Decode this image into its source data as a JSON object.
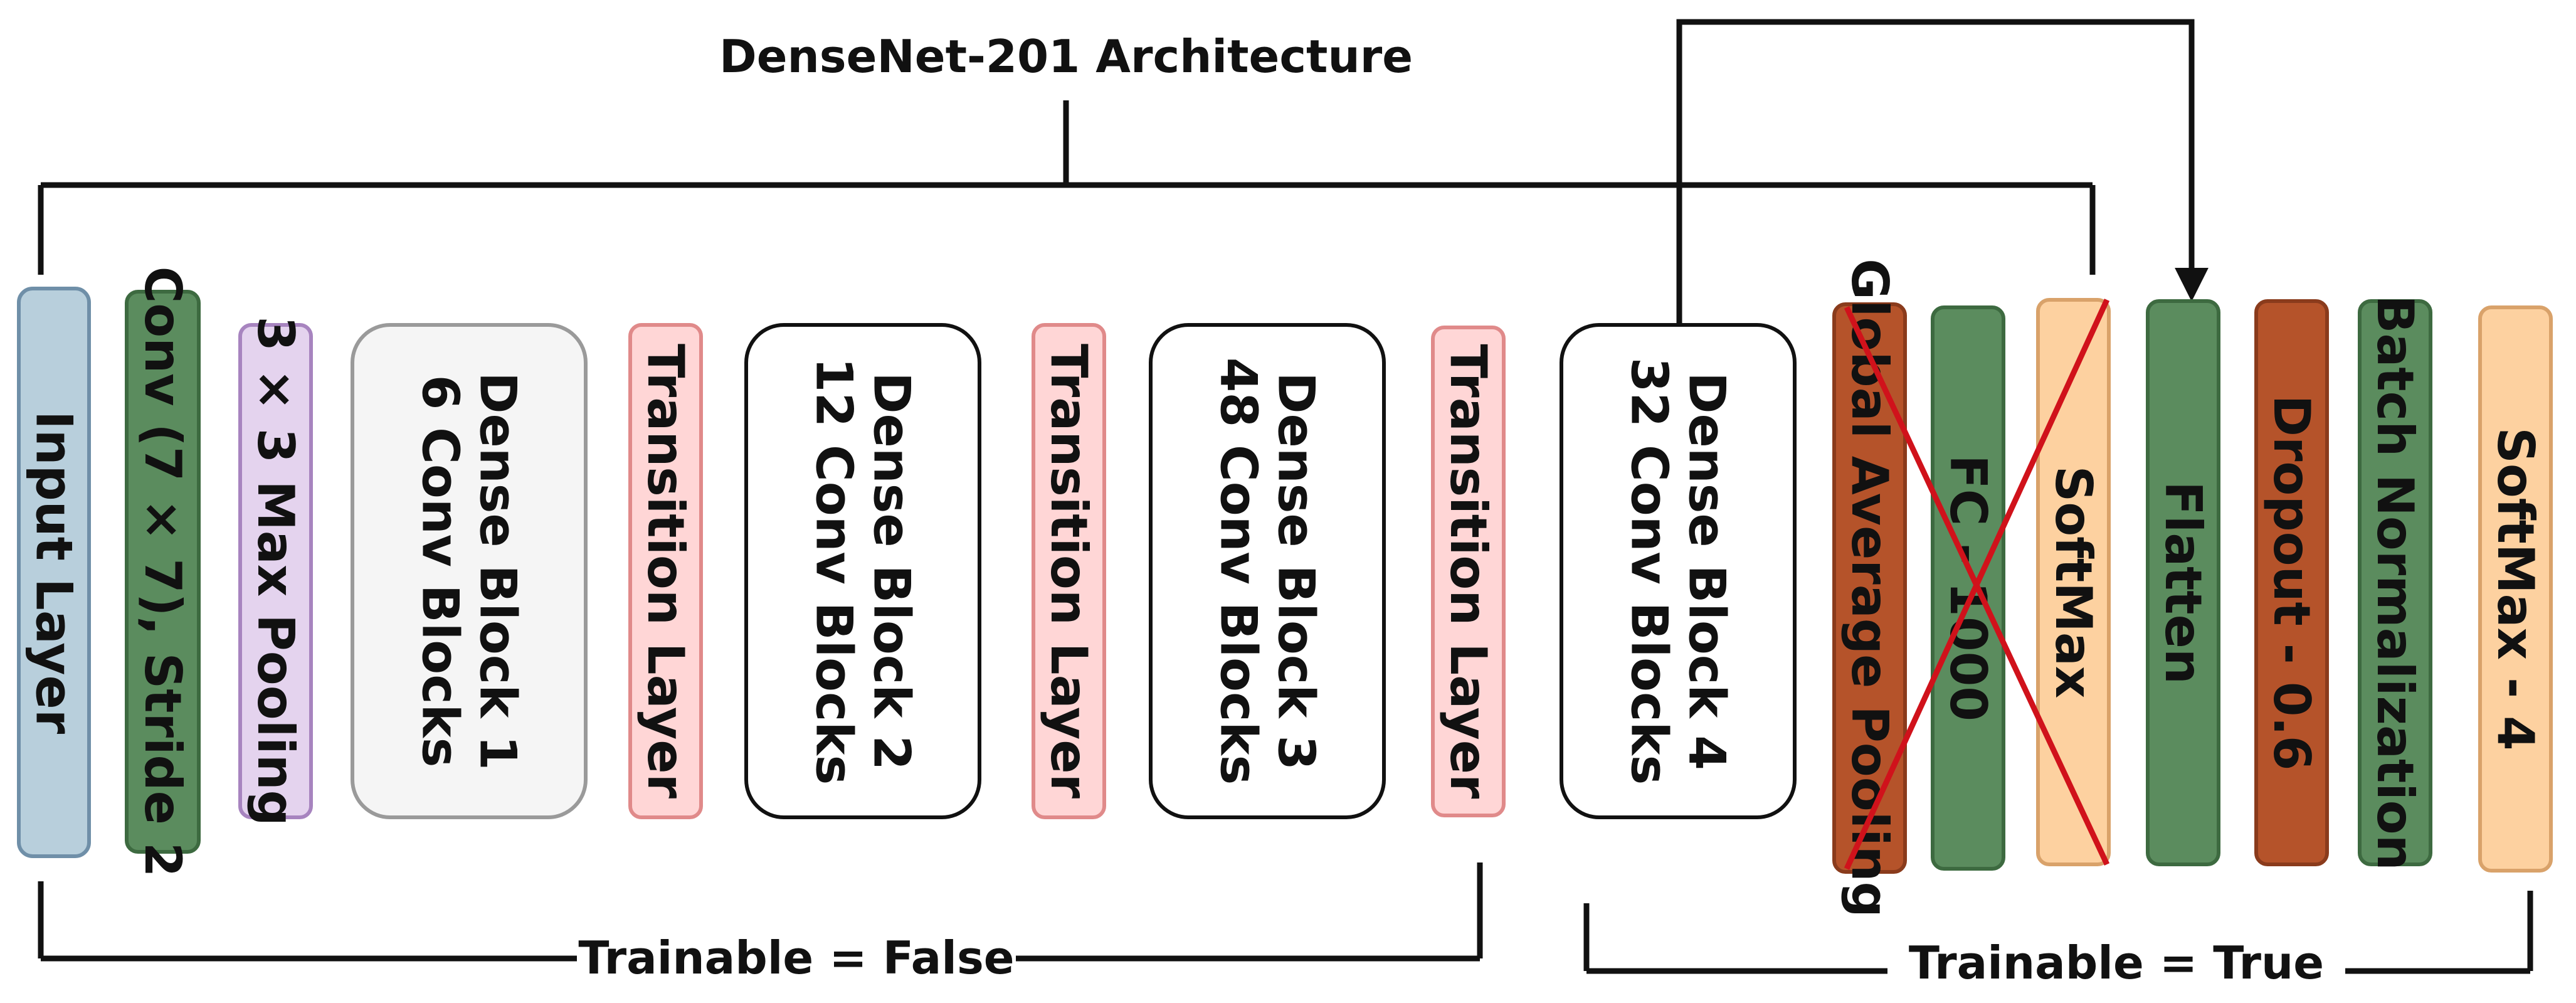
{
  "diagram": {
    "title": "DenseNet-201 Architecture",
    "trainable_false_label": "Trainable = False",
    "trainable_true_label": "Trainable = True",
    "layers": [
      {
        "id": "input-layer",
        "lines": [
          "Input Layer"
        ],
        "fill": "#b8cfdc",
        "stroke": "#6f8fa8",
        "text_color": "#111111"
      },
      {
        "id": "conv-7x7",
        "lines": [
          "Conv (7 × 7), Stride 2"
        ],
        "fill": "#5b8c5e",
        "stroke": "#3d6a40",
        "text_color": "#ffffff"
      },
      {
        "id": "max-pooling",
        "lines": [
          "3 × 3 Max Pooling"
        ],
        "fill": "#e4d3ee",
        "stroke": "#a784bf",
        "text_color": "#111111"
      },
      {
        "id": "dense-block-1",
        "lines": [
          "Dense Block 1",
          "6 Conv Blocks"
        ],
        "fill": "#f5f5f5",
        "stroke": "#9a9a9a",
        "text_color": "#555555"
      },
      {
        "id": "transition-1",
        "lines": [
          "Transition Layer"
        ],
        "fill": "#ffd6d6",
        "stroke": "#e08a8a",
        "text_color": "#111111"
      },
      {
        "id": "dense-block-2",
        "lines": [
          "Dense Block 2",
          "12 Conv Blocks"
        ],
        "fill": "#ffffff",
        "stroke": "#111111",
        "text_color": "#111111"
      },
      {
        "id": "transition-2",
        "lines": [
          "Transition Layer"
        ],
        "fill": "#ffd6d6",
        "stroke": "#e08a8a",
        "text_color": "#111111"
      },
      {
        "id": "dense-block-3",
        "lines": [
          "Dense Block 3",
          "48 Conv Blocks"
        ],
        "fill": "#ffffff",
        "stroke": "#111111",
        "text_color": "#111111"
      },
      {
        "id": "transition-3",
        "lines": [
          "Transition Layer"
        ],
        "fill": "#ffd6d6",
        "stroke": "#e08a8a",
        "text_color": "#111111"
      },
      {
        "id": "dense-block-4",
        "lines": [
          "Dense Block 4",
          "32 Conv Blocks"
        ],
        "fill": "#ffffff",
        "stroke": "#111111",
        "text_color": "#111111"
      },
      {
        "id": "global-avg-pooling",
        "lines": [
          "Global Average Pooling"
        ],
        "fill": "#b5532a",
        "stroke": "#8a3b1c",
        "text_color": "#ffffff",
        "removed": true
      },
      {
        "id": "fc-1000",
        "lines": [
          "FC - 1000"
        ],
        "fill": "#5b8c5e",
        "stroke": "#3d6a40",
        "text_color": "#ffffff",
        "removed": true
      },
      {
        "id": "softmax-original",
        "lines": [
          "SoftMax"
        ],
        "fill": "#fdd1a0",
        "stroke": "#d9a26a",
        "text_color": "#111111",
        "removed": true
      },
      {
        "id": "flatten",
        "lines": [
          "Flatten"
        ],
        "fill": "#5b8c5e",
        "stroke": "#3d6a40",
        "text_color": "#ffffff"
      },
      {
        "id": "dropout",
        "lines": [
          "Dropout - 0.6"
        ],
        "fill": "#b5532a",
        "stroke": "#8a3b1c",
        "text_color": "#ffffff"
      },
      {
        "id": "batch-norm",
        "lines": [
          "Batch Normalization"
        ],
        "fill": "#5b8c5e",
        "stroke": "#3d6a40",
        "text_color": "#ffffff"
      },
      {
        "id": "softmax-4",
        "lines": [
          "SoftMax - 4"
        ],
        "fill": "#fdd1a0",
        "stroke": "#d9a26a",
        "text_color": "#111111"
      }
    ],
    "colors": {
      "line": "#111111",
      "cross": "#d0121b"
    }
  }
}
